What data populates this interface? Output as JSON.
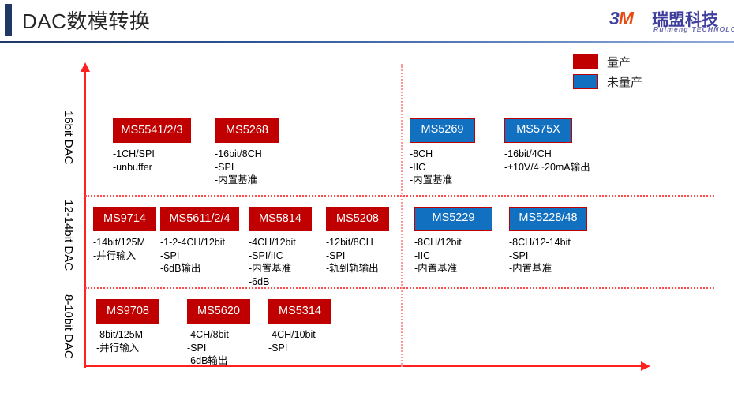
{
  "header": {
    "title": "DAC数模转换",
    "accent_color": "#1f3864",
    "rule_gradient_from": "#1f3864",
    "rule_gradient_to": "#8faadc"
  },
  "logo": {
    "mark": "3M",
    "name_cn": "瑞盟科技",
    "name_en": "Ruimeng TECHNOLOGY",
    "color_orange": "#e8490f",
    "color_purple": "#3f3f9e"
  },
  "legend": {
    "items": [
      {
        "label": "量产",
        "color": "#c00000",
        "key": "mass-production"
      },
      {
        "label": "未量产",
        "color": "#1270c0",
        "key": "not-mass-production"
      }
    ]
  },
  "chart_data": {
    "type": "table",
    "title": "DAC数模转换",
    "ylabel": "",
    "xlabel": "",
    "bands": [
      "16bit DAC",
      "12-14bit DAC",
      "8-10bit DAC"
    ],
    "legend": [
      "量产",
      "未量产"
    ],
    "products": [
      {
        "name": "MS5541/2/3",
        "status": "量产",
        "color": "#c00000",
        "band": "16bit DAC",
        "specs": [
          "-1CH/SPI",
          "-unbuffer"
        ]
      },
      {
        "name": "MS5268",
        "status": "量产",
        "color": "#c00000",
        "band": "16bit DAC",
        "specs": [
          "-16bit/8CH",
          "-SPI",
          "-内置基准"
        ]
      },
      {
        "name": "MS5269",
        "status": "未量产",
        "color": "#1270c0",
        "band": "16bit DAC",
        "specs": [
          "-8CH",
          "-IIC",
          "-内置基准"
        ]
      },
      {
        "name": "MS575X",
        "status": "未量产",
        "color": "#1270c0",
        "band": "16bit DAC",
        "specs": [
          "-16bit/4CH",
          "-±10V/4~20mA输出"
        ]
      },
      {
        "name": "MS9714",
        "status": "量产",
        "color": "#c00000",
        "band": "12-14bit DAC",
        "specs": [
          "-14bit/125M",
          "-并行输入"
        ]
      },
      {
        "name": "MS5611/2/4",
        "status": "量产",
        "color": "#c00000",
        "band": "12-14bit DAC",
        "specs": [
          "-1-2-4CH/12bit",
          "-SPI",
          "-6dB输出"
        ]
      },
      {
        "name": "MS5814",
        "status": "量产",
        "color": "#c00000",
        "band": "12-14bit DAC",
        "specs": [
          "-4CH/12bit",
          "-SPI/IIC",
          "-内置基准",
          "-6dB"
        ]
      },
      {
        "name": "MS5208",
        "status": "量产",
        "color": "#c00000",
        "band": "12-14bit DAC",
        "specs": [
          "-12bit/8CH",
          "-SPI",
          "-轨到轨输出"
        ]
      },
      {
        "name": "MS5229",
        "status": "未量产",
        "color": "#1270c0",
        "band": "12-14bit DAC",
        "specs": [
          "-8CH/12bit",
          "-IIC",
          "-内置基准"
        ]
      },
      {
        "name": "MS5228/48",
        "status": "未量产",
        "color": "#1270c0",
        "band": "12-14bit DAC",
        "specs": [
          "-8CH/12-14bit",
          "-SPI",
          "-内置基准"
        ]
      },
      {
        "name": "MS9708",
        "status": "量产",
        "color": "#c00000",
        "band": "8-10bit DAC",
        "specs": [
          "-8bit/125M",
          "-并行输入"
        ]
      },
      {
        "name": "MS5620",
        "status": "量产",
        "color": "#c00000",
        "band": "8-10bit DAC",
        "specs": [
          "-4CH/8bit",
          "-SPI",
          "-6dB输出"
        ]
      },
      {
        "name": "MS5314",
        "status": "量产",
        "color": "#c00000",
        "band": "8-10bit DAC",
        "specs": [
          "-4CH/10bit",
          "-SPI"
        ]
      }
    ]
  },
  "axes": {
    "band_labels": [
      "16bit DAC",
      "12-14bit DAC",
      "8-10bit DAC"
    ],
    "axis_color": "#ff2020",
    "grid_color": "#ff4d4d"
  }
}
